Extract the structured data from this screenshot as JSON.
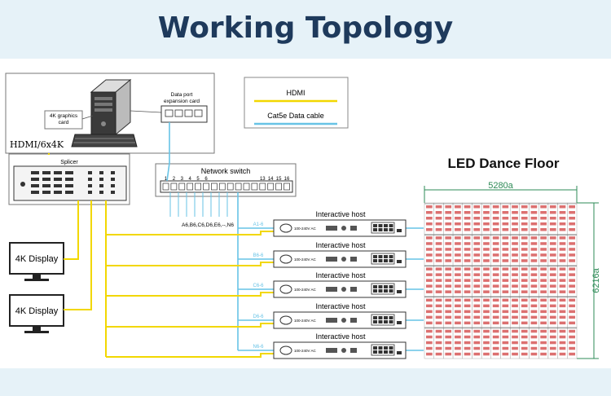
{
  "title": "Working Topology",
  "legend": {
    "hdmi": "HDMI",
    "cat5e": "Cat5e Data cable"
  },
  "computer": {
    "graphics_card_label": "4K graphics card",
    "expansion_card_label": "Data port expansion card",
    "hdmi_label": "HDMI/6x4K"
  },
  "splicer": {
    "label": "Splicer"
  },
  "displays": [
    "4K Display",
    "4K Display"
  ],
  "network_switch": {
    "label": "Network switch",
    "ports": [
      "1",
      "2",
      "3",
      "4",
      "5",
      "6",
      "13",
      "14",
      "15",
      "16"
    ],
    "output_label": "A6,B6,C6,D6,E6,--,N6"
  },
  "hosts": [
    {
      "label": "Interactive host",
      "line_label": "A1-6",
      "voltage": "100-240V AC"
    },
    {
      "label": "Interactive host",
      "line_label": "B6-6",
      "voltage": "100-240V AC"
    },
    {
      "label": "Interactive host",
      "line_label": "C6-6",
      "voltage": "100-240V AC"
    },
    {
      "label": "Interactive host",
      "line_label": "D6-6",
      "voltage": "100-240V AC"
    },
    {
      "label": "Interactive host",
      "line_label": "N6-6",
      "voltage": "100-240V AC"
    }
  ],
  "led_floor": {
    "title": "LED Dance Floor",
    "width_label": "5280",
    "height_label": "6216",
    "unit": "a",
    "cols": 16,
    "rows": 5
  },
  "colors": {
    "title": "#1e3a5c",
    "hdmi": "#f2d700",
    "cat5e": "#67c3e6",
    "led_module": "#d04040",
    "dimension": "#2e8b57"
  }
}
